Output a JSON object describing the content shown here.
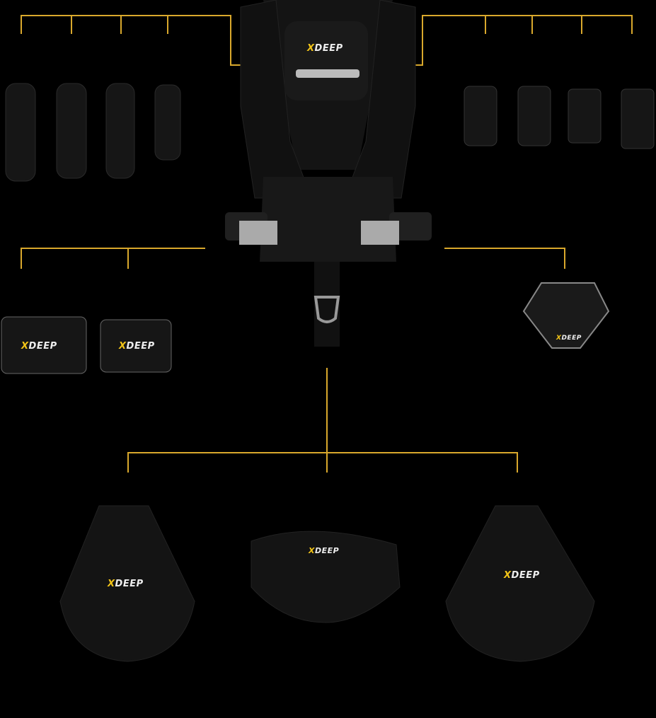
{
  "brand": {
    "logo_x": "X",
    "logo_rest": "DEEP"
  },
  "colors": {
    "connector": "#d9a82c",
    "background": "#000000",
    "product": "#151515",
    "accent": "#f2c418"
  },
  "groups": [
    {
      "name": "shoulder-pads",
      "count": 4
    },
    {
      "name": "weight-pockets",
      "count": 4
    },
    {
      "name": "side-pockets",
      "count": 2
    },
    {
      "name": "backplate-adapter",
      "count": 1
    },
    {
      "name": "sidemount-wings",
      "count": 3
    }
  ]
}
